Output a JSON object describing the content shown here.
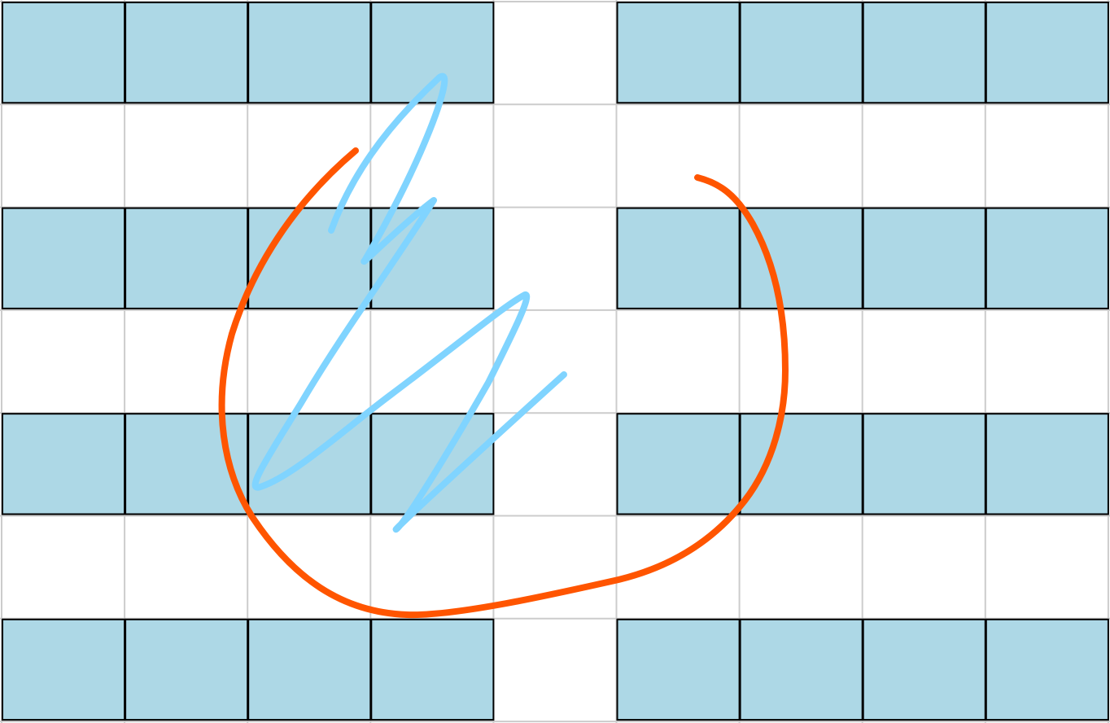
{
  "grid": {
    "columns": 9,
    "rows": 7,
    "empty_column": 5,
    "filled_rows": [
      1,
      3,
      5,
      7
    ],
    "colors": {
      "background": "#ffffff",
      "grid_line": "#cccccc",
      "filled_cell": "#add8e6",
      "filled_border": "#000000"
    }
  },
  "strokes": {
    "colors": {
      "circle": "#ff5500",
      "scribble": "#80d4ff"
    }
  }
}
